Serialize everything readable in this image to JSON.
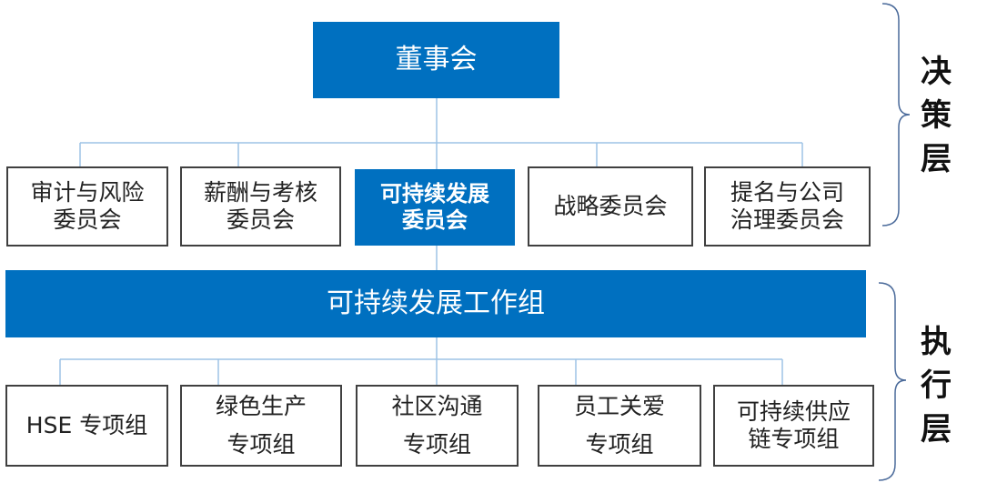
{
  "colors": {
    "accent": "#0070c0",
    "connector": "#9dc3e6",
    "border": "#404040",
    "bracket": "#4a6a9a"
  },
  "board": "董事会",
  "committees": [
    {
      "label": "审计与风险\n委员会"
    },
    {
      "label": "薪酬与考核\n委员会"
    },
    {
      "label": "可持续发展\n委员会"
    },
    {
      "label": "战略委员会"
    },
    {
      "label": "提名与公司\n治理委员会"
    }
  ],
  "working_group": "可持续发展工作组",
  "groups": [
    {
      "label": "HSE 专项组"
    },
    {
      "label": "绿色生产\n专项组"
    },
    {
      "label": "社区沟通\n专项组"
    },
    {
      "label": "员工关爱\n专项组"
    },
    {
      "label": "可持续供应\n链专项组"
    }
  ],
  "side_labels": {
    "decision": "决\n策\n层",
    "execution": "执\n行\n层"
  }
}
